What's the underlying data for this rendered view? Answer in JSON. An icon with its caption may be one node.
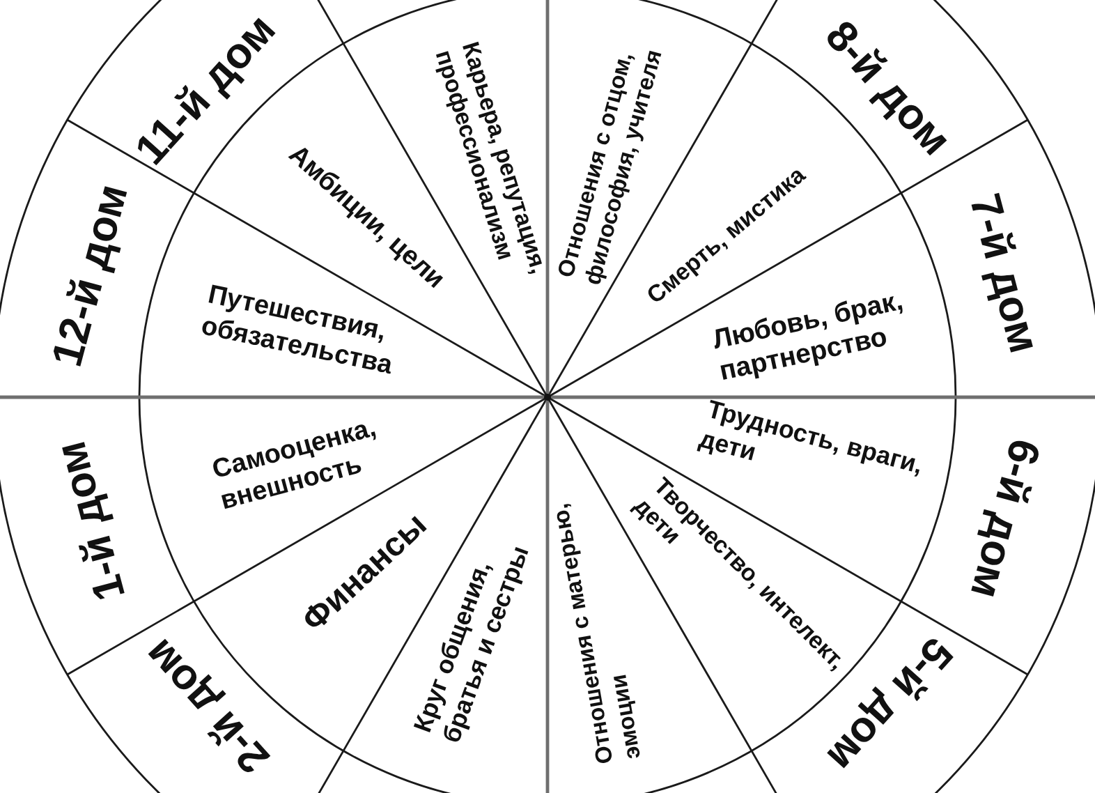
{
  "diagram": {
    "nodes": [
      {
        "text": [
          "11-й дом"
        ]
      },
      {
        "text": [
          "Амбиции, цели"
        ]
      },
      {
        "text": [
          "Карьера, репутация, профессионализм"
        ]
      },
      {
        "text": [
          "Отношения с отцом, философия, учителя"
        ]
      },
      {
        "text": [
          "8-й дом"
        ]
      },
      {
        "text": [
          "Смерть, мистика"
        ]
      },
      {
        "text": [
          "12-й дом"
        ]
      },
      {
        "text": [
          "Путешествия, обязательства"
        ]
      },
      {
        "text": [
          "Любовь, брак, партнерство"
        ]
      },
      {
        "text": [
          "7-й дом"
        ]
      },
      {
        "text": [
          "1-й дом"
        ]
      },
      {
        "text": [
          "Самооценка, внешность"
        ]
      },
      {
        "text": [
          "Трудность, враги, дети"
        ]
      },
      {
        "text": [
          "6-й дом"
        ]
      },
      {
        "text": [
          "2-й дом"
        ]
      },
      {
        "text": [
          "Финансы"
        ]
      },
      {
        "text": [
          "Круг общения, братья и сестры"
        ]
      },
      {
        "text": [
          "Отношения с матерью, эмоции"
        ]
      },
      {
        "text": [
          "Творчество, интелект, дети"
        ]
      },
      {
        "text": [
          "5-й дом"
        ]
      }
    ]
  }
}
